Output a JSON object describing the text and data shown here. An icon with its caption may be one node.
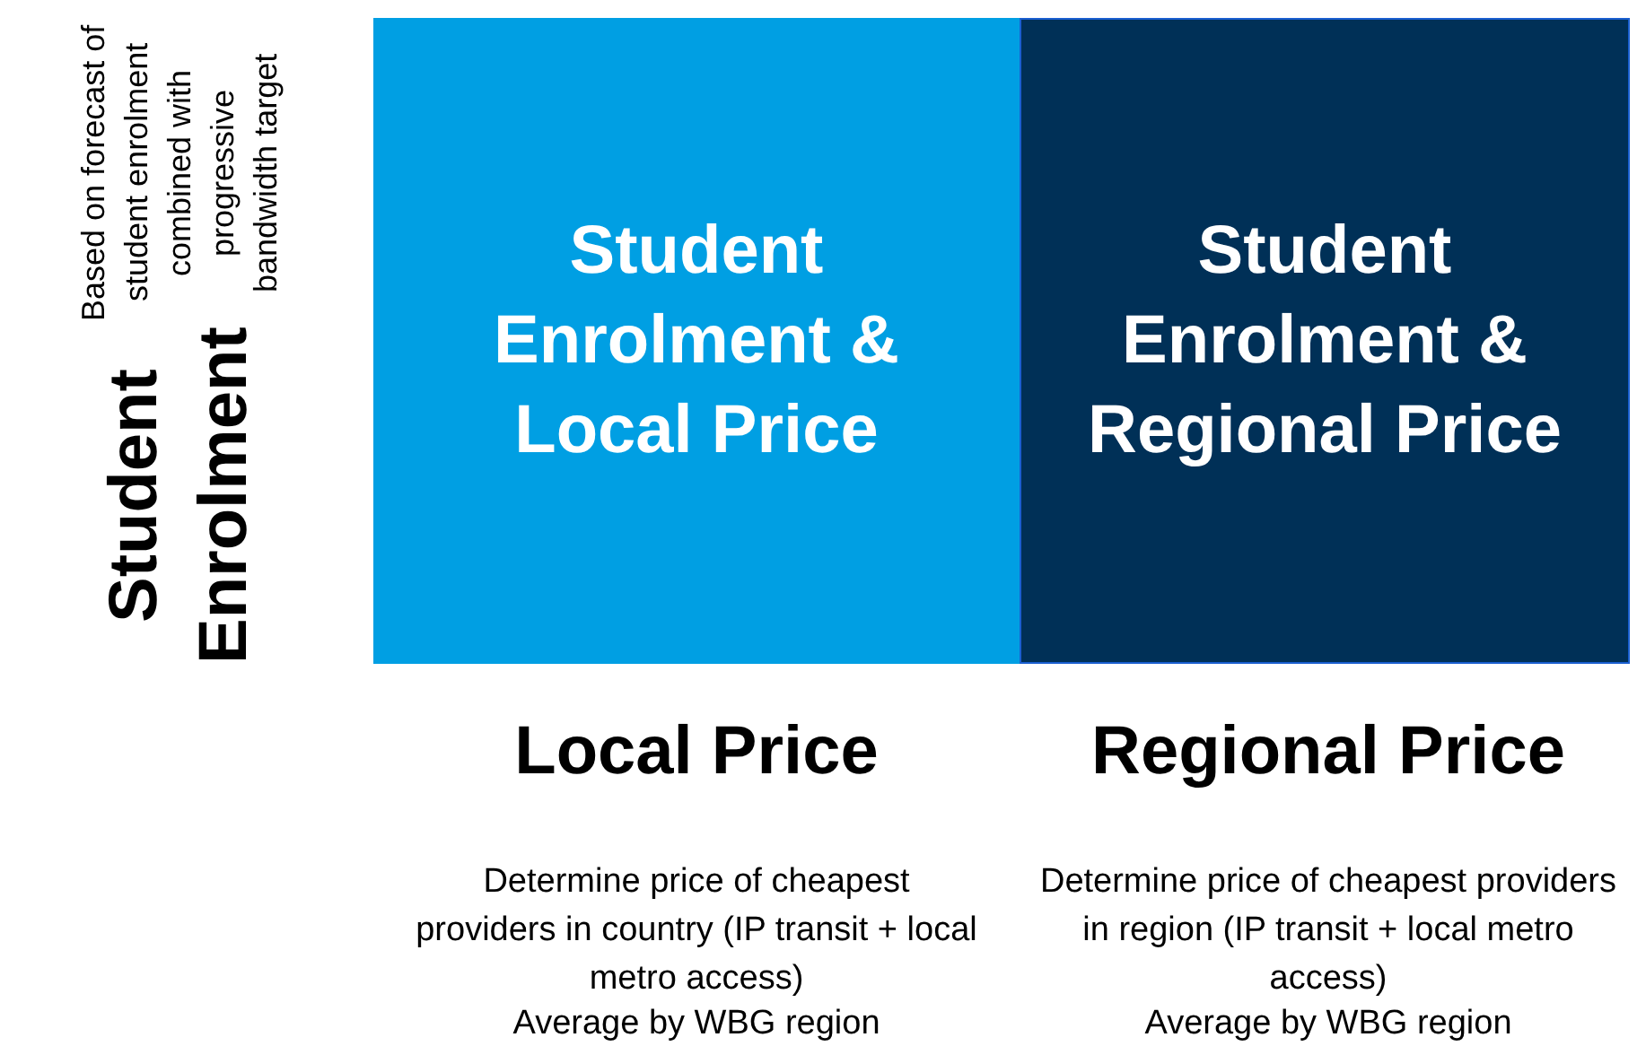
{
  "diagram": {
    "nodes": [
      {
        "text": [
          "Student Enrolment & Local Price"
        ]
      },
      {
        "text": [
          "Student Enrolment & Regional Price"
        ]
      }
    ],
    "edges": [],
    "labels": [
      "Student Enrolment",
      "Based on forecast of student enrolment combined with progressive bandwidth target",
      "Local Price",
      "Determine price of cheapest providers in country (IP transit + local metro access)",
      "Average by WBG region",
      "Regional Price",
      "Determine price of cheapest providers in region (IP transit + local metro access)",
      "Average by WBG region"
    ]
  }
}
